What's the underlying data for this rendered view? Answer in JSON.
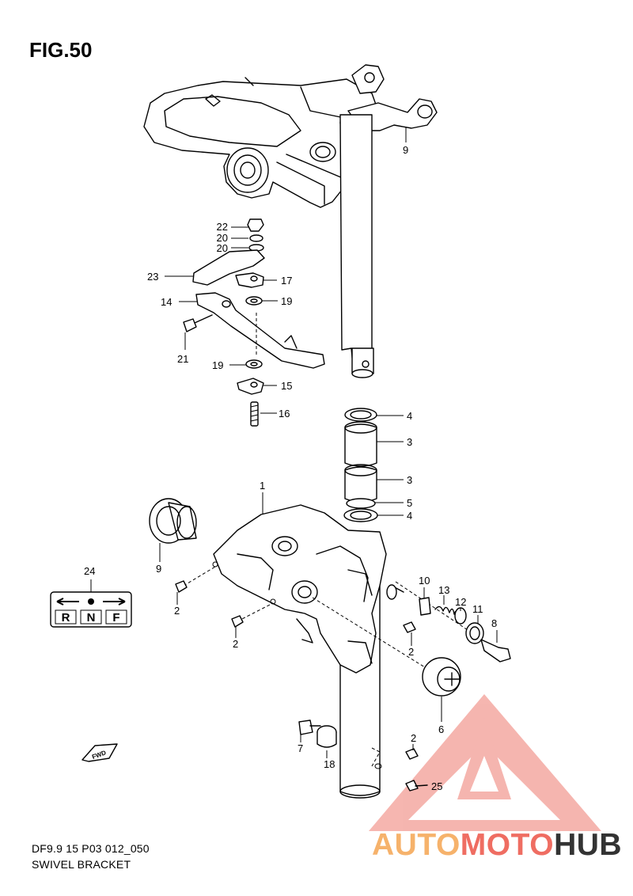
{
  "figure": {
    "title": "FIG.50",
    "model_code": "DF9.9 15 P03 012_050",
    "part_name": "SWIVEL BRACKET"
  },
  "callouts": [
    "1",
    "2",
    "2",
    "2",
    "2",
    "3",
    "3",
    "4",
    "4",
    "5",
    "6",
    "7",
    "8",
    "9",
    "9",
    "10",
    "11",
    "12",
    "13",
    "14",
    "15",
    "16",
    "17",
    "18",
    "19",
    "19",
    "20",
    "20",
    "21",
    "22",
    "23",
    "24",
    "25"
  ],
  "legend_plate": {
    "letters": [
      "R",
      "N",
      "F"
    ]
  },
  "direction_tag": "FWD",
  "watermark": {
    "part1": "AUTO",
    "part2": "MOTO",
    "part3": "HUB",
    "colors": {
      "auto": "#f6b26b",
      "moto": "#ef6d62",
      "hub": "#333333",
      "triangle": "#f4a9a2"
    }
  }
}
